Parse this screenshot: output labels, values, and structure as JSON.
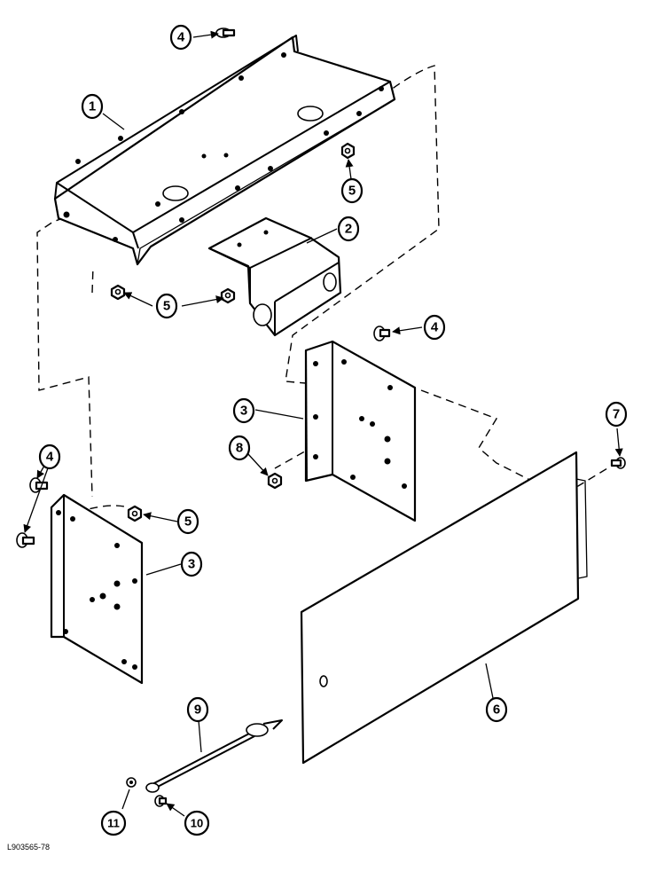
{
  "figure_id": "L903565-78",
  "callouts": {
    "c1": "1",
    "c2": "2",
    "c3a": "3",
    "c3b": "3",
    "c4a": "4",
    "c4b": "4",
    "c4c": "4",
    "c5a": "5",
    "c5b": "5",
    "c5c": "5",
    "c6": "6",
    "c7": "7",
    "c8": "8",
    "c9": "9",
    "c10": "10",
    "c11": "11"
  }
}
